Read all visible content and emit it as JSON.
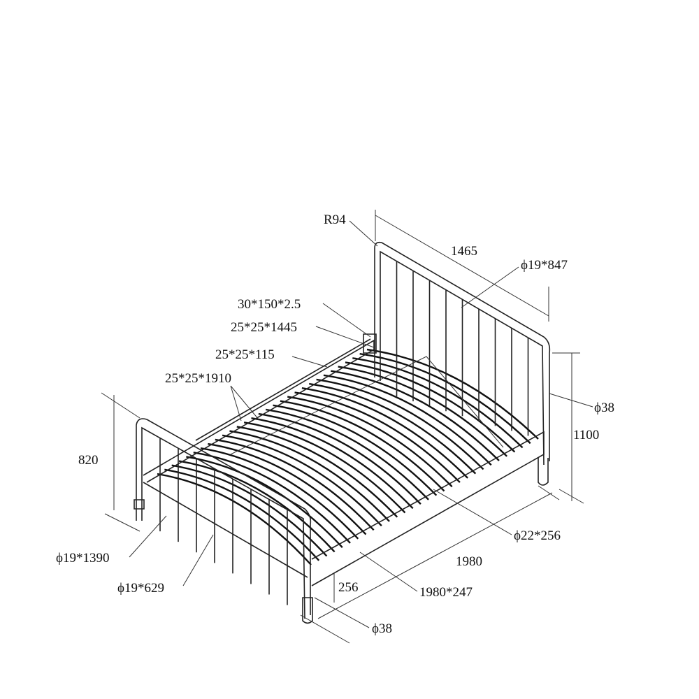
{
  "drawing": {
    "labels": {
      "r94": "R94",
      "headboard_width": "1465",
      "headboard_bar": "ϕ19*847",
      "bracket": "30*150*2.5",
      "cross_rail": "25*25*1445",
      "short_post": "25*25*115",
      "center_rail": "25*25*1910",
      "footboard_height": "820",
      "headboard_height": "1100",
      "leg_head": "ϕ38",
      "center_leg": "ϕ22*256",
      "length": "1980",
      "side_rail": "1980*247",
      "leg_height": "256",
      "leg_foot": "ϕ38",
      "foot_rail": "ϕ19*1390",
      "foot_bar": "ϕ19*629"
    },
    "line_color": "#222222",
    "background": "#ffffff"
  }
}
